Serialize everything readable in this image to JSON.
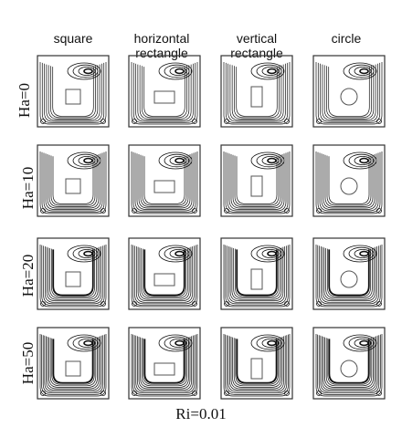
{
  "columns": [
    {
      "label": "square",
      "shape": "square"
    },
    {
      "label": "horizontal\nrectangle",
      "shape": "horizontal-rectangle"
    },
    {
      "label": "vertical\nrectangle",
      "shape": "vertical-rectangle"
    },
    {
      "label": "circle",
      "shape": "circle"
    }
  ],
  "rows": [
    {
      "label": "Ha=0"
    },
    {
      "label": "Ha=10"
    },
    {
      "label": "Ha=20"
    },
    {
      "label": "Ha=50"
    }
  ],
  "footer": "Ri=0.01",
  "colors": {
    "line": "#111111",
    "frame": "#333333",
    "obstacle": "#555555"
  }
}
